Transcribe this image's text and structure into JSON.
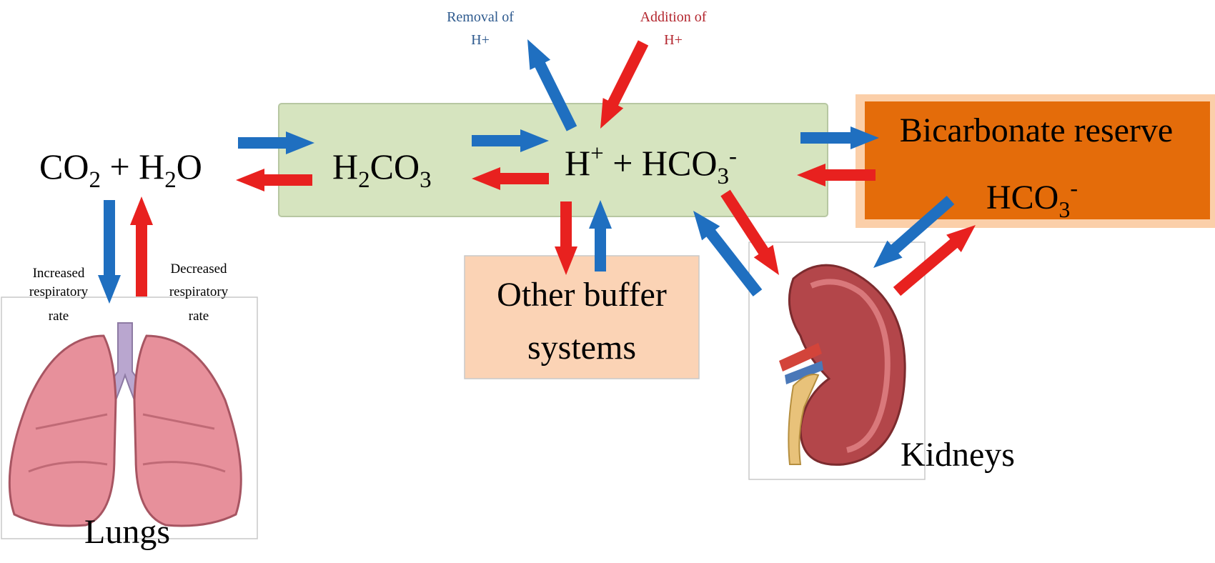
{
  "colors": {
    "blue": "#1f6fc0",
    "red": "#e8211f",
    "green_box": "#d6e4bf",
    "orange_box": "#e46c0a",
    "peach_box": "#fbd3b5",
    "kidney": "#b3464a",
    "lung": "#e7909b",
    "label_blue": "#2e5a8e",
    "label_red": "#b3262e"
  },
  "equation": {
    "co2": "CO",
    "co2_sub": "2",
    "plus1": " + H",
    "h2o_sub": "2",
    "h2o_end": "O",
    "h2co3_h": "H",
    "h2co3_sub1": "2",
    "h2co3_co": "CO",
    "h2co3_sub2": "3",
    "h": "H",
    "h_sup": "+",
    "plus2": " + HCO",
    "hco3_sub": "3",
    "hco3_sup": "-"
  },
  "bicarbonate": {
    "title": "Bicarbonate reserve",
    "hco": "HCO",
    "sub": "3",
    "sup": "-"
  },
  "removal": {
    "line1": "Removal of",
    "line2": "H+"
  },
  "addition": {
    "line1": "Addition of",
    "line2": "H+"
  },
  "buffer": {
    "line1": "Other buffer",
    "line2": "systems"
  },
  "lungs": {
    "label": "Lungs",
    "increased": [
      "Increased",
      "respiratory",
      "rate"
    ],
    "decreased": [
      "Decreased",
      "respiratory",
      "rate"
    ]
  },
  "kidneys": {
    "label": "Kidneys"
  }
}
